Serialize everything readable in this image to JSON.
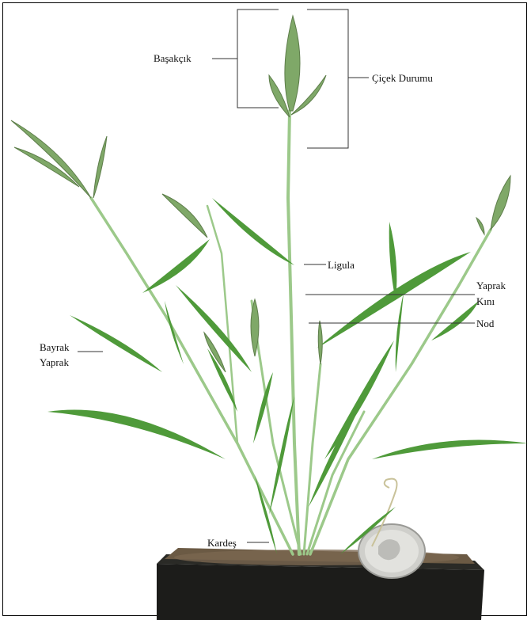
{
  "figure": {
    "labels": {
      "spikelet": "Başakçık",
      "inflorescence": "Çiçek Durumu",
      "ligule": "Ligula",
      "sheath_line1": "Yaprak",
      "sheath_line2": "Kını",
      "node": "Nod",
      "flag_leaf_line1": "Bayrak",
      "flag_leaf_line2": "Yaprak",
      "tiller": "Kardeş"
    },
    "colors": {
      "leaf": "#4f9a3a",
      "leaf_light": "#8ec46e",
      "stem": "#9cc98a",
      "spike": "#7fa868",
      "soil": "#6b5a44",
      "pot": "#1c1c1a",
      "coin": "#d9d9d6"
    }
  }
}
